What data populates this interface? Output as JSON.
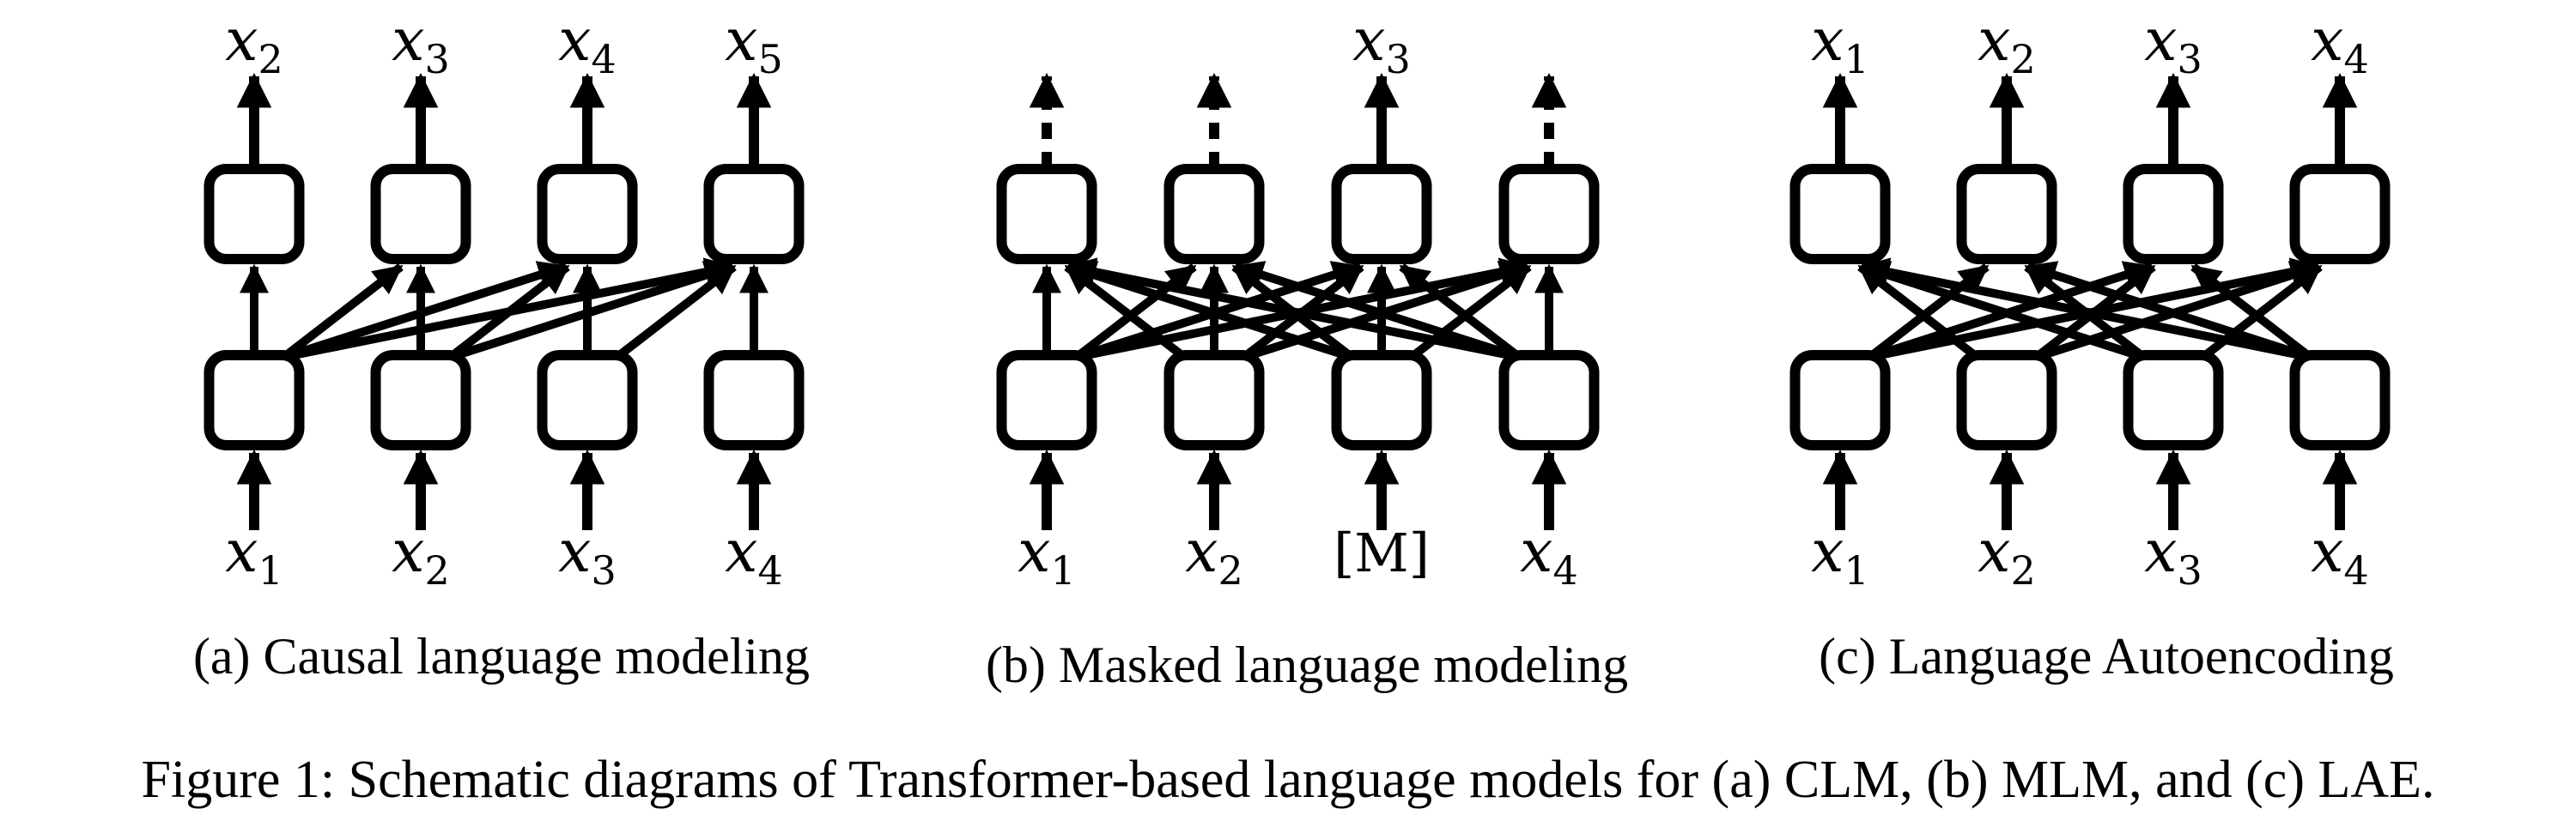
{
  "figure": {
    "caption": "Figure 1: Schematic diagrams of Transformer-based language models for (a) CLM, (b) MLM, and (c) LAE.",
    "colors": {
      "ink": "#000000",
      "background": "#ffffff"
    },
    "panels": [
      {
        "id": "clm",
        "caption": "(a) Causal language modeling",
        "inputs": [
          {
            "base": "x",
            "sub": "1"
          },
          {
            "base": "x",
            "sub": "2"
          },
          {
            "base": "x",
            "sub": "3"
          },
          {
            "base": "x",
            "sub": "4"
          }
        ],
        "outputs": [
          {
            "label": {
              "base": "x",
              "sub": "2"
            },
            "style": "solid"
          },
          {
            "label": {
              "base": "x",
              "sub": "3"
            },
            "style": "solid"
          },
          {
            "label": {
              "base": "x",
              "sub": "4"
            },
            "style": "solid"
          },
          {
            "label": {
              "base": "x",
              "sub": "5"
            },
            "style": "solid"
          }
        ],
        "edges": [
          [
            0,
            0
          ],
          [
            1,
            1
          ],
          [
            2,
            2
          ],
          [
            3,
            3
          ],
          [
            0,
            1
          ],
          [
            0,
            2
          ],
          [
            0,
            3
          ],
          [
            1,
            2
          ],
          [
            1,
            3
          ],
          [
            2,
            3
          ]
        ]
      },
      {
        "id": "mlm",
        "caption": "(b) Masked language modeling",
        "inputs": [
          {
            "base": "x",
            "sub": "1"
          },
          {
            "base": "x",
            "sub": "2"
          },
          {
            "base": "[M]",
            "sub": ""
          },
          {
            "base": "x",
            "sub": "4"
          }
        ],
        "outputs": [
          {
            "label": null,
            "style": "dashed"
          },
          {
            "label": null,
            "style": "dashed"
          },
          {
            "label": {
              "base": "x",
              "sub": "3"
            },
            "style": "solid"
          },
          {
            "label": null,
            "style": "dashed"
          }
        ],
        "edges": [
          [
            0,
            0
          ],
          [
            0,
            1
          ],
          [
            0,
            2
          ],
          [
            0,
            3
          ],
          [
            1,
            0
          ],
          [
            1,
            1
          ],
          [
            1,
            2
          ],
          [
            1,
            3
          ],
          [
            2,
            0
          ],
          [
            2,
            1
          ],
          [
            2,
            2
          ],
          [
            2,
            3
          ],
          [
            3,
            0
          ],
          [
            3,
            1
          ],
          [
            3,
            2
          ],
          [
            3,
            3
          ]
        ]
      },
      {
        "id": "lae",
        "caption": "(c) Language Autoencoding",
        "inputs": [
          {
            "base": "x",
            "sub": "1"
          },
          {
            "base": "x",
            "sub": "2"
          },
          {
            "base": "x",
            "sub": "3"
          },
          {
            "base": "x",
            "sub": "4"
          }
        ],
        "outputs": [
          {
            "label": {
              "base": "x",
              "sub": "1"
            },
            "style": "solid"
          },
          {
            "label": {
              "base": "x",
              "sub": "2"
            },
            "style": "solid"
          },
          {
            "label": {
              "base": "x",
              "sub": "3"
            },
            "style": "solid"
          },
          {
            "label": {
              "base": "x",
              "sub": "4"
            },
            "style": "solid"
          }
        ],
        "edges": [
          [
            0,
            1
          ],
          [
            0,
            2
          ],
          [
            0,
            3
          ],
          [
            1,
            0
          ],
          [
            1,
            2
          ],
          [
            1,
            3
          ],
          [
            2,
            0
          ],
          [
            2,
            1
          ],
          [
            2,
            3
          ],
          [
            3,
            0
          ],
          [
            3,
            1
          ],
          [
            3,
            2
          ]
        ]
      }
    ]
  }
}
